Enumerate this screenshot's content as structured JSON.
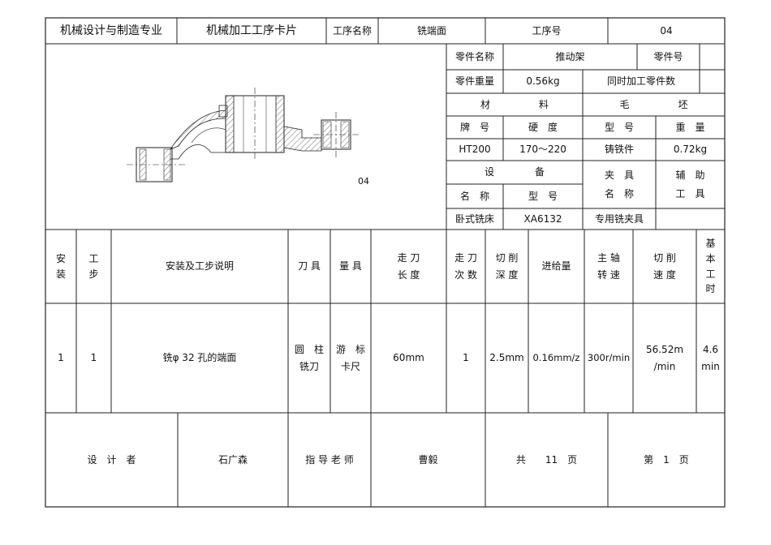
{
  "header": {
    "major": "机械设计与制造专业",
    "card_title": "机械加工工序卡片",
    "op_name_label": "工序名称",
    "op_name": "铣端面",
    "op_no_label": "工序号",
    "op_no": "04"
  },
  "part": {
    "name_label": "零件名称",
    "name": "推动架",
    "no_label": "零件号",
    "no": "",
    "weight_label": "零件重量",
    "weight": "0.56kg",
    "simul_label": "同时加工零件数",
    "simul": "",
    "material_label_a": "材",
    "material_label_b": "料",
    "blank_label_a": "毛",
    "blank_label_b": "坯",
    "brand_label": "牌　号",
    "hardness_label": "硬　度",
    "type_label": "型　号",
    "mass_label": "重　量",
    "brand": "HT200",
    "hardness": "170～220",
    "blank_type": "铸铁件",
    "blank_mass": "0.72kg",
    "equip_label_a": "设",
    "equip_label_b": "备",
    "fixture_label": "夹　具\n名　称",
    "aux_label": "辅　助\n工　具",
    "equip_name_label": "名　称",
    "equip_model_label": "型　号",
    "equip_name": "卧式铣床",
    "equip_model": "XA6132",
    "fixture": "专用铣夹具",
    "aux": ""
  },
  "drawing": {
    "label": "04"
  },
  "columns": {
    "install": "安\n装",
    "step": "工\n步",
    "desc": "安装及工步说明",
    "tool": "刀 具",
    "gauge": "量 具",
    "length": "走 刀\n长 度",
    "passes": "走 刀\n次 数",
    "depth": "切 削\n深 度",
    "feed": "进给量",
    "spindle": "主 轴\n转 速",
    "speed": "切 削\n速 度",
    "time": "基\n本\n工\n时"
  },
  "row": {
    "install": "1",
    "step": "1",
    "desc": "铣φ 32 孔的端面",
    "tool": "圆　柱\n铣刀",
    "gauge": "游　标\n卡尺",
    "length": "60mm",
    "passes": "1",
    "depth": "2.5mm",
    "feed": "0.16mm/z",
    "spindle": "300r/min",
    "speed": "56.52m\n/min",
    "time": "4.6\nmin"
  },
  "footer": {
    "designer_label": "设　计　者",
    "designer": "石广森",
    "advisor_label": "指 导 老 师",
    "advisor": "曹毅",
    "total": "共　　11　页",
    "page": "第　1　页"
  }
}
